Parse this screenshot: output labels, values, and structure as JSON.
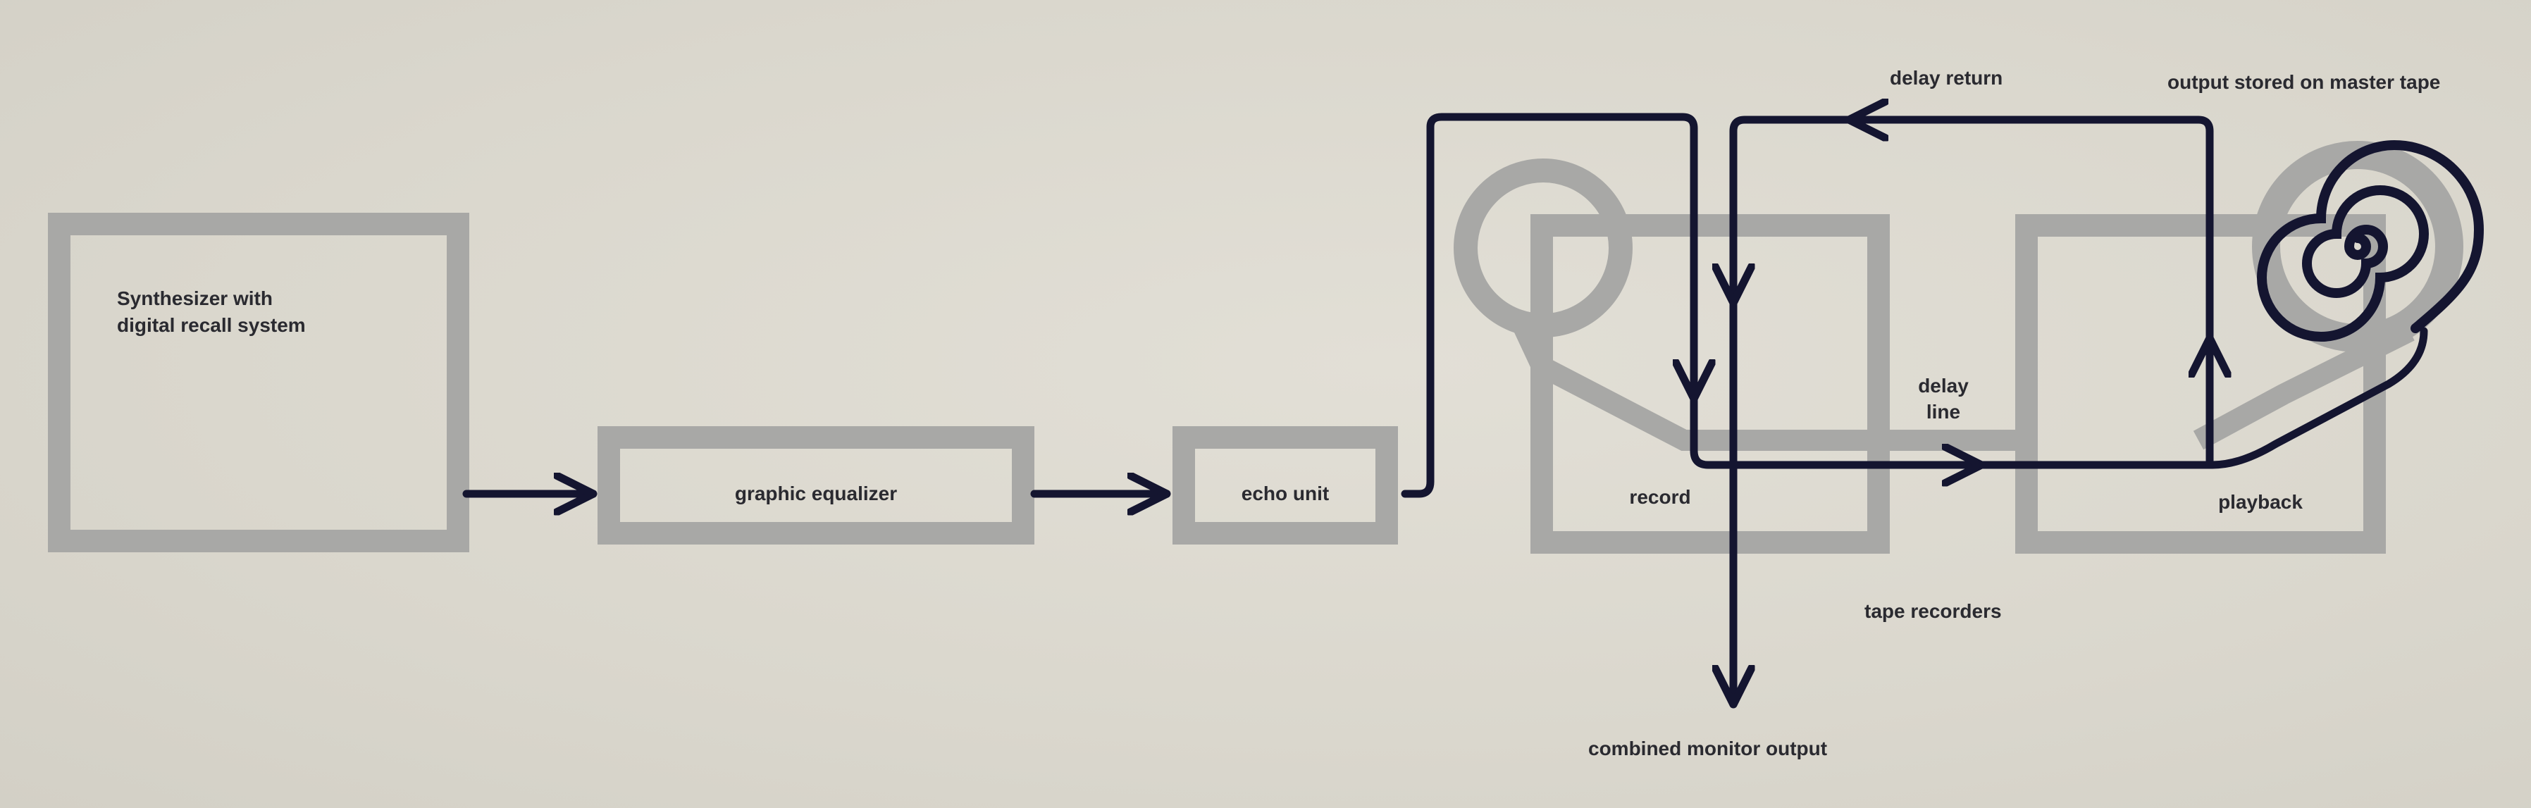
{
  "diagram": {
    "synth_label_line1": "Synthesizer with",
    "synth_label_line2": "digital recall system",
    "equalizer_label": "graphic equalizer",
    "echo_label": "echo unit",
    "record_label": "record",
    "playback_label": "playback",
    "delay_line_label_line1": "delay",
    "delay_line_label_line2": "line",
    "delay_return_label": "delay return",
    "master_tape_label": "output stored on master tape",
    "tape_recorders_label": "tape recorders",
    "monitor_output_label": "combined monitor output"
  },
  "colors": {
    "background": "#dcd9cf",
    "box_outline": "#a8a8a6",
    "signal_line": "#141530",
    "text": "#2a2a30"
  }
}
